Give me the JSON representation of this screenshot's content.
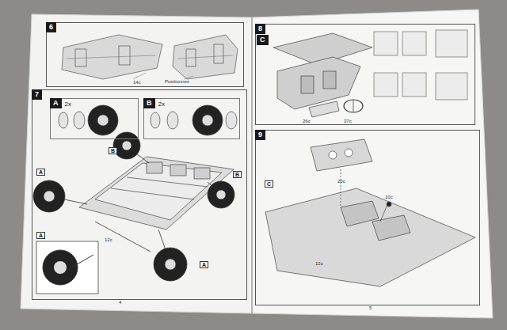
{
  "diagram": {
    "nodes": [
      {
        "text": [
          "6"
        ]
      },
      {
        "text": [
          "7"
        ]
      },
      {
        "text": [
          "A",
          "2x"
        ],
        "in": 1
      },
      {
        "text": [
          "B",
          "2x"
        ],
        "in": 1
      },
      {
        "text": [
          "8"
        ]
      },
      {
        "text": [
          "C"
        ],
        "in": 4
      },
      {
        "text": [
          "9"
        ]
      }
    ],
    "labels": [
      "Positionnez",
      "14c",
      "B",
      "B",
      "A",
      "A",
      "A",
      "12c",
      "26c",
      "37c",
      "C",
      "20c",
      "10c",
      "12c",
      "4",
      "5"
    ]
  }
}
